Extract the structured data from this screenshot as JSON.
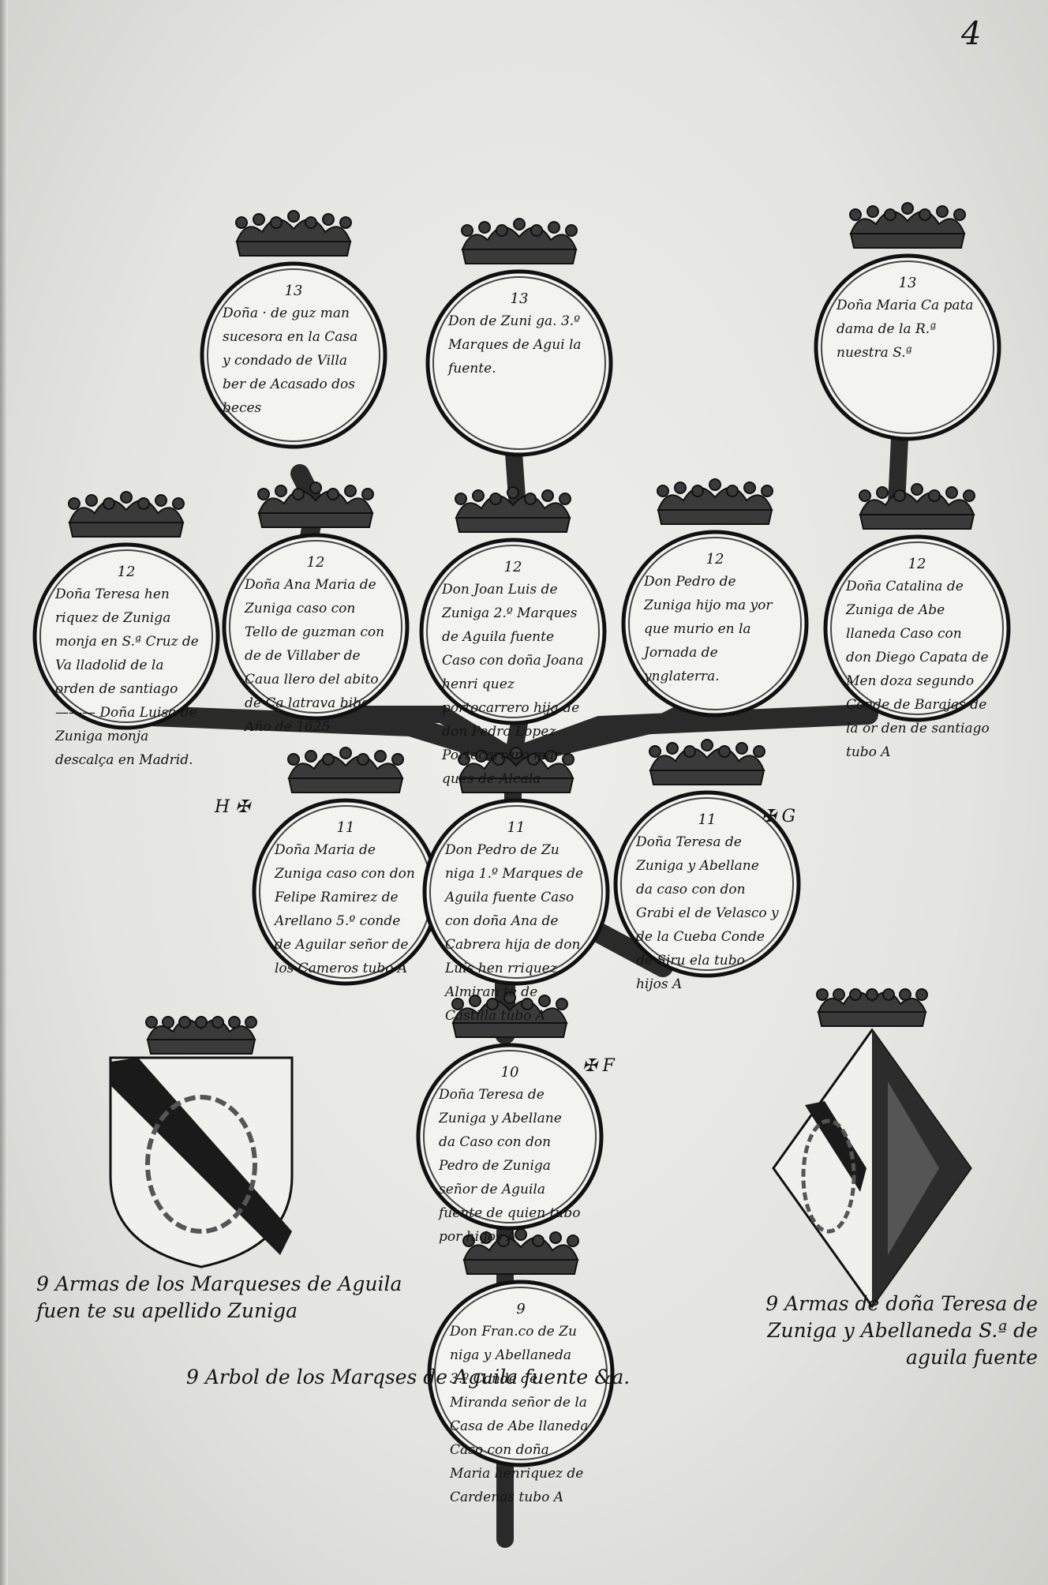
{
  "folio": "4",
  "medallions": {
    "g13a": {
      "num": "13",
      "text": "Doña · de guz man sucesora en la Casa y condado de Villa ber de Acasado dos beces"
    },
    "g13b": {
      "num": "13",
      "text": "Don de Zuni ga. 3.º Marques de Agui la fuente."
    },
    "g13c": {
      "num": "13",
      "text": "Doña Maria Ca pata dama de la R.ª nuestra S.ª"
    },
    "g12a": {
      "num": "12",
      "text": "Doña Teresa hen riquez de Zuniga monja en S.ª Cruz de Va lladolid de la orden de santiago ——— Doña Luisa de Zuniga monja descalça en Madrid."
    },
    "g12b": {
      "num": "12",
      "text": "Doña Ana Maria de Zuniga caso con Tello de guzman con de de Villaber de Caua llero del abito de Ca latrava bibe Año de 1625"
    },
    "g12c": {
      "num": "12",
      "text": "Don Joan Luis de Zuniga 2.º Marques de Aguila fuente Caso con doña Joana henri quez portocarrero hija de don Pedro Lopez Portocarrero mar ques de Alcala"
    },
    "g12d": {
      "num": "12",
      "text": "Don Pedro de Zuniga hijo ma yor que murio en la Jornada de ynglaterra."
    },
    "g12e": {
      "num": "12",
      "text": "Doña Catalina de Zuniga de Abe llaneda Caso con don Diego Capata de Men doza segundo Conde de Barajas de la or den de santiago tubo A"
    },
    "g11a": {
      "num": "11",
      "text": "Doña Maria de Zuniga caso con don Felipe Ramirez de Arellano 5.º conde de Aguilar señor de los Cameros tubo A"
    },
    "g11b": {
      "num": "11",
      "text": "Don Pedro de Zu niga 1.º Marques de Aguila fuente Caso con doña Ana de Cabrera hija de don Luis hen rriquez Almiran te de Castilla tubo A"
    },
    "g11c": {
      "num": "11",
      "text": "Doña Teresa de Zuniga y Abellane da caso con don Grabi el de Velasco y de la Cueba Conde de Siru ela tubo hijos A"
    },
    "g10": {
      "num": "10",
      "text": "Doña Teresa de Zuniga y Abellane da Caso con don Pedro de Zuniga señor de Aguila fuente de quien tubo por hi jos A"
    },
    "g9": {
      "num": "9",
      "text": "Don Fran.co de Zu niga y Abellaneda 3.º Conde de Miranda señor de la Casa de Abe llaneda Caso con doña Maria henriquez de Cardenas tubo A"
    }
  },
  "markers": {
    "h": "H",
    "g": "G",
    "f": "F"
  },
  "captions": {
    "left_arms": "9 Armas de los Marqueses de Aguila fuen te su apellido Zuniga",
    "right_arms": "9 Armas de doña Teresa de Zuniga y Abellaneda S.ª de aguila fuente",
    "tree_title": "9 Arbol de los Marqses de Aguila fuente &a."
  },
  "colors": {
    "ink": "#141414",
    "paper": "#e7e7e3",
    "branch": "#2a2a2a"
  }
}
